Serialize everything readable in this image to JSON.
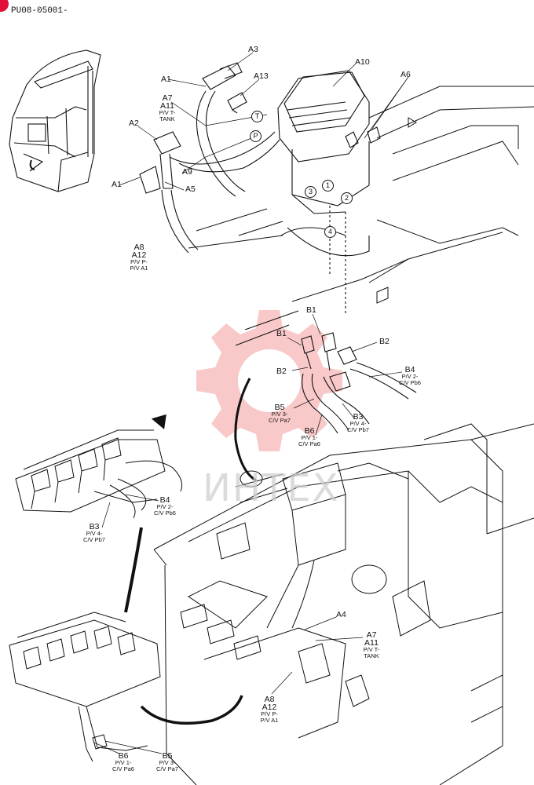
{
  "header": {
    "code": "PU08-05001-"
  },
  "colors": {
    "brand_dot": "#e0103a",
    "watermark": "#e83c3c",
    "line": "#111111"
  },
  "watermark": {
    "text": "ИНТЕХ",
    "logo_icon": "gear-wheel-icon"
  },
  "callouts": {
    "a1_top": "A1",
    "a1_bottom": "A1",
    "a2": "A2",
    "a3": "A3",
    "a5": "A5",
    "a6": "A6",
    "a9": "A9",
    "a10": "A10",
    "a13": "A13",
    "tank_top": {
      "l1": "A7",
      "l2": "A11",
      "l3": "P/V T-",
      "l4": "TANK"
    },
    "pump_top": {
      "l1": "A8",
      "l2": "A12",
      "l3": "P/V P-",
      "l4": "P/V A1"
    },
    "port_t": "T",
    "port_p": "P",
    "port1": "1",
    "port2": "2",
    "port3": "3",
    "port4": "4",
    "b1_left": "B1",
    "b1_right": "B1",
    "b2_left": "B2",
    "b2_right": "B2",
    "b4_mid": {
      "l1": "B4",
      "l2": "P/V 2-",
      "l3": "C/V Pb6"
    },
    "b5_mid": {
      "l1": "B5",
      "l2": "P/V 3-",
      "l3": "C/V Pa7"
    },
    "b6_mid": {
      "l1": "B6",
      "l2": "P/V 1-",
      "l3": "C/V Pa6"
    },
    "b3_mid": {
      "l1": "B3",
      "l2": "P/V 4-",
      "l3": "C/V Pb7"
    },
    "b4_left": {
      "l1": "B4",
      "l2": "P/V 2-",
      "l3": "C/V Pb6"
    },
    "b3_left": {
      "l1": "B3",
      "l2": "P/V 4-",
      "l3": "C/V Pb7"
    },
    "a4": "A4",
    "tank_bottom": {
      "l1": "A7",
      "l2": "A11",
      "l3": "P/V T-",
      "l4": "TANK"
    },
    "pump_bottom": {
      "l1": "A8",
      "l2": "A12",
      "l3": "P/V P-",
      "l4": "P/V A1"
    },
    "b6_bottom": {
      "l1": "B6",
      "l2": "P/V 1-",
      "l3": "C/V Pa6"
    },
    "b5_bottom": {
      "l1": "B5",
      "l2": "P/V 3-",
      "l3": "C/V Pa7"
    }
  }
}
